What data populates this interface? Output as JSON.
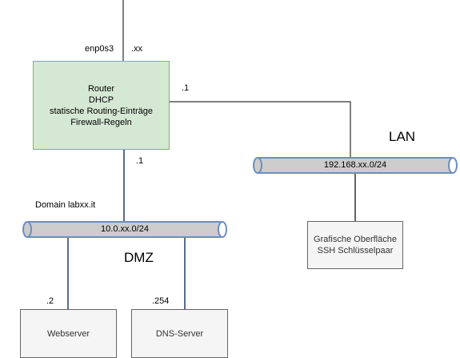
{
  "router": {
    "lines": [
      "Router",
      "DHCP",
      "statische Routing-Einträge",
      "Firewall-Regeln"
    ],
    "interface_name": "enp0s3",
    "interface_addr": ".xx",
    "lan_addr": ".1",
    "dmz_addr": ".1"
  },
  "lan": {
    "zone_label": "LAN",
    "network": "192.168.xx.0/24",
    "client": {
      "lines": [
        "Grafische Oberfläche",
        "SSH Schlüsselpaar"
      ]
    }
  },
  "dmz": {
    "zone_label": "DMZ",
    "domain": "Domain labxx.it",
    "network": "10.0.xx.0/24",
    "webserver": {
      "label": "Webserver",
      "addr": ".2"
    },
    "dns": {
      "label": "DNS-Server",
      "addr": ".254"
    }
  },
  "colors": {
    "router_fill": "#d5e8d4",
    "router_stroke": "#82b366",
    "bus_fill": "#cccccc",
    "bus_stroke": "#6c8ebf",
    "host_fill": "#f5f5f5",
    "host_stroke": "#666666"
  }
}
